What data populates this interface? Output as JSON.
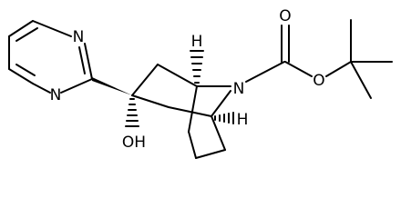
{
  "molecule": {
    "atoms": {
      "n_ring_1": "N",
      "n_ring_2": "N",
      "hydroxyl": "OH",
      "bridge_n": "N",
      "carbonyl_o": "O",
      "ester_o": "O",
      "stereo_h_top": "H",
      "stereo_h_bottom": "H"
    }
  }
}
